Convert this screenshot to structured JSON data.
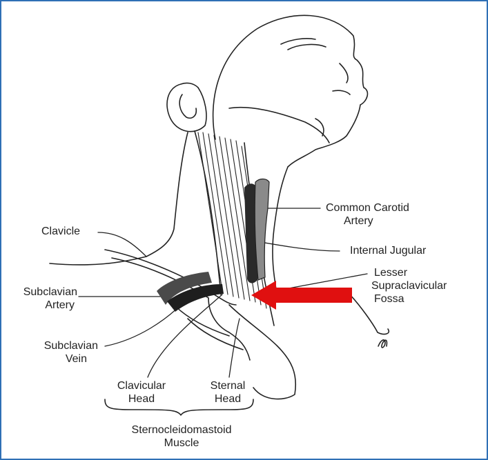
{
  "labels": {
    "common_carotid": {
      "line1": "Common Carotid",
      "line2": "Artery"
    },
    "internal_jugular": "Internal Jugular",
    "lesser_fossa": {
      "line1": "Lesser",
      "line2": "Supraclavicular",
      "line3": "Fossa"
    },
    "clavicle": "Clavicle",
    "subclavian_artery": {
      "line1": "Subclavian",
      "line2": "Artery"
    },
    "subclavian_vein": {
      "line1": "Subclavian",
      "line2": "Vein"
    },
    "clavicular_head": {
      "line1": "Clavicular",
      "line2": "Head"
    },
    "sternal_head": {
      "line1": "Sternal",
      "line2": "Head"
    },
    "muscle": {
      "line1": "Sternocleidomastoid",
      "line2": "Muscle"
    }
  },
  "colors": {
    "frame": "#2f6fb5",
    "arrow": "#e01010",
    "line_art": "#222222",
    "artery_fill": "#8a8a8a",
    "vein_fill": "#2a2a2a"
  },
  "annotation": {
    "pointer": "red-arrow",
    "target": "lesser_fossa"
  }
}
